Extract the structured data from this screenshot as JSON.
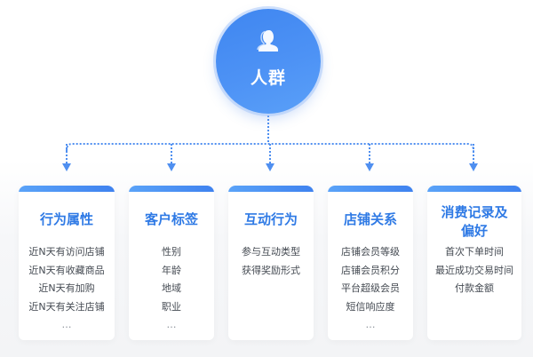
{
  "root": {
    "label": "人群",
    "icon": "user-group-icon",
    "color_start": "#3f86f0",
    "color_end": "#5aa0f8"
  },
  "accent_color": "#2f7ae5",
  "connector_color": "#4f8ff0",
  "cards": [
    {
      "title": "行为属性",
      "items": [
        "近N天有访问店铺",
        "近N天有收藏商品",
        "近N天有加购",
        "近N天有关注店铺",
        "…"
      ]
    },
    {
      "title": "客户标签",
      "items": [
        "性别",
        "年龄",
        "地域",
        "职业",
        "…"
      ]
    },
    {
      "title": "互动行为",
      "items": [
        "参与互动类型",
        "获得奖励形式"
      ]
    },
    {
      "title": "店铺关系",
      "items": [
        "店铺会员等级",
        "店铺会员积分",
        "平台超级会员",
        "短信响应度",
        "…"
      ]
    },
    {
      "title": "消费记录及偏好",
      "items": [
        "首次下单时间",
        "最近成功交易时间",
        "付款金额"
      ]
    }
  ]
}
